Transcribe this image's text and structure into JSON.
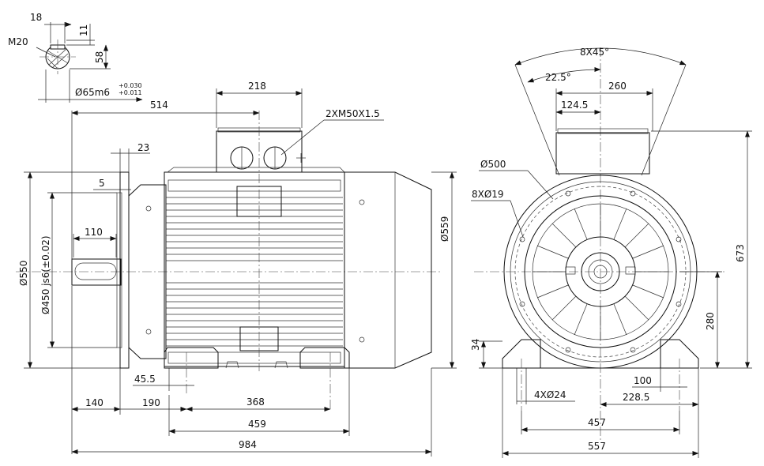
{
  "dimensions": {
    "key_width": "18",
    "key_depth": "11",
    "center_hole": "M20",
    "shaft_key_height": "58",
    "shaft_diameter": "Ø65m6",
    "shaft_tol_upper": "+0.030",
    "shaft_tol_lower": "+0.011",
    "shaft_to_box": "514",
    "box_width": "218",
    "cable_entry": "2XM50X1.5",
    "flange_thickness": "23",
    "spigot": "5",
    "key_length": "110",
    "flange_diameter": "Ø550",
    "spigot_diameter": "Ø450 js6(±0.02)",
    "body_diameter": "Ø559",
    "foot_offset": "45.5",
    "shaft_length": "140",
    "flange_to_foot": "190",
    "foot_span": "368",
    "foot_outer": "459",
    "overall_length": "984",
    "bolt_pattern": "8X45°",
    "half_angle": "22.5°",
    "box_width_end": "260",
    "box_offset": "124.5",
    "bolt_circle": "Ø500",
    "flange_holes": "8XØ19",
    "total_height": "673",
    "shaft_height": "280",
    "foot_thickness": "34",
    "foot_holes": "4XØ24",
    "foot_bolt_width": "457",
    "foot_overall_width": "557",
    "foot_width": "100",
    "foot_half": "228.5"
  }
}
